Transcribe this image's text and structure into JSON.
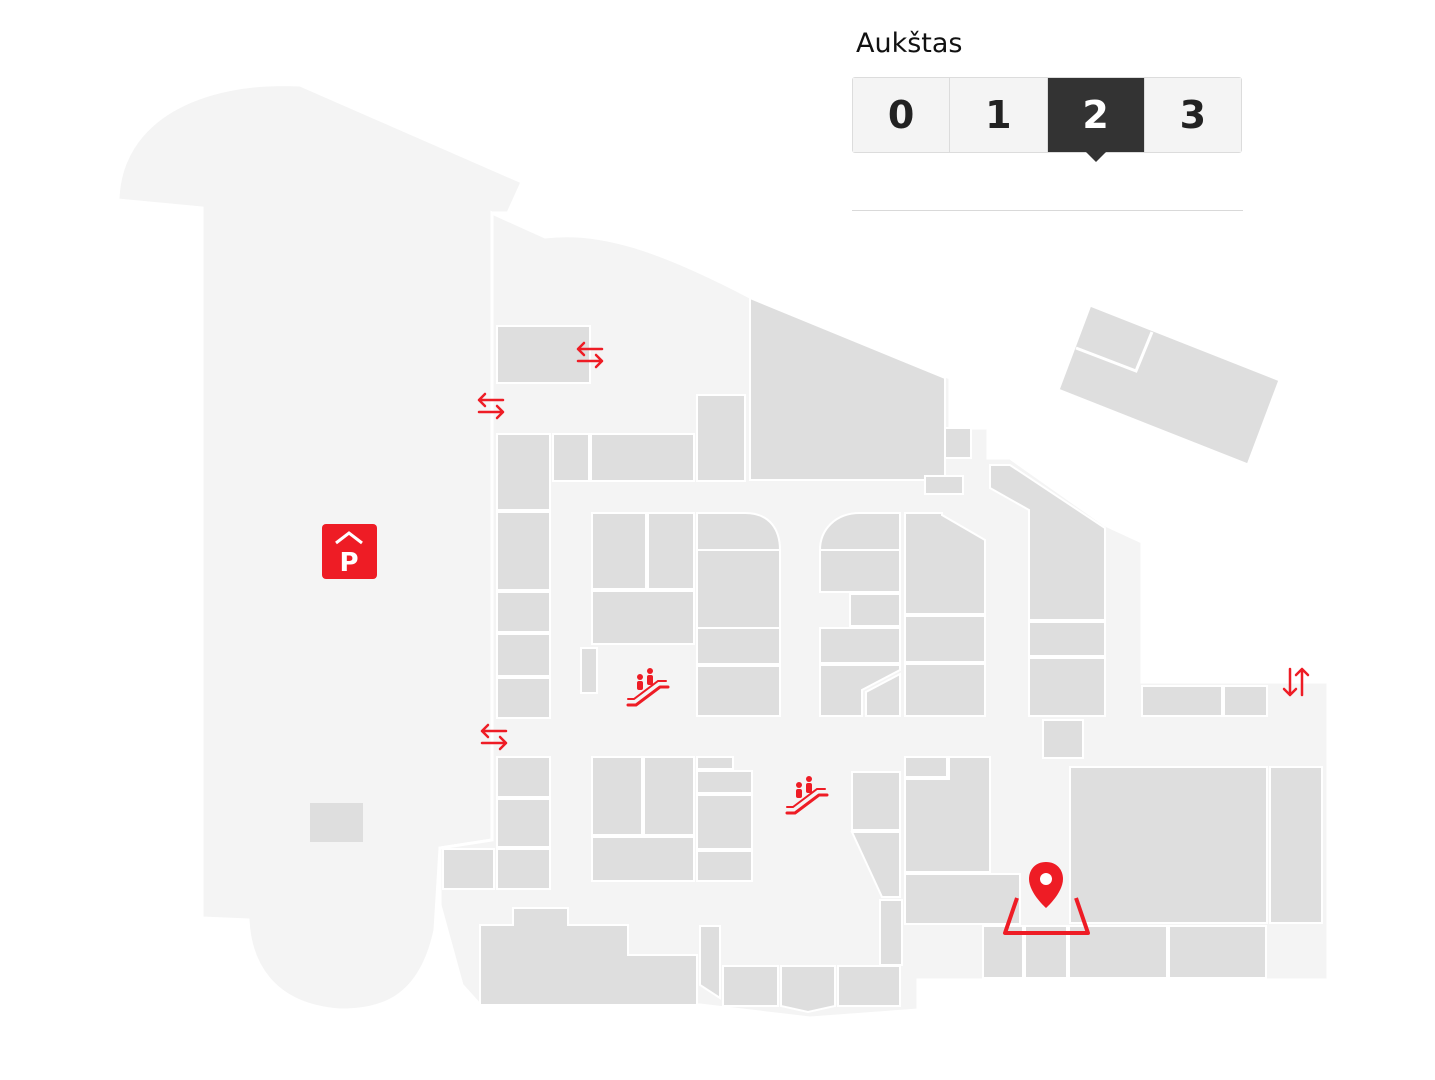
{
  "floor_selector": {
    "title": "Aukštas",
    "floors": [
      {
        "label": "0",
        "active": false
      },
      {
        "label": "1",
        "active": false
      },
      {
        "label": "2",
        "active": true
      },
      {
        "label": "3",
        "active": false
      }
    ]
  },
  "map": {
    "parking_letter": "P",
    "colors": {
      "accent": "#ee1c25",
      "floor": "#f4f4f4",
      "store": "#dedede",
      "border": "#ffffff",
      "active_floor": "#333333"
    },
    "icons": [
      "parking-icon",
      "passage-arrows-icon",
      "escalator-icon",
      "elevator-arrows-icon",
      "location-pin-icon"
    ]
  }
}
